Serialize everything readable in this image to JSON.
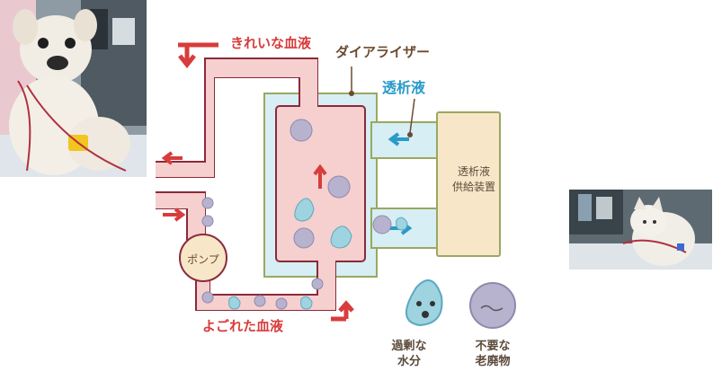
{
  "labels": {
    "clean_blood": "きれいな血液",
    "dialyzer": "ダイアライザー",
    "dialysate": "透析液",
    "supply_line1": "透析液",
    "supply_line2": "供給装置",
    "pump": "ポンプ",
    "dirty_blood": "よごれた血液",
    "legend_water_line1": "過剰な",
    "legend_water_line2": "水分",
    "legend_waste_line1": "不要な",
    "legend_waste_line2": "老廃物"
  },
  "colors": {
    "blood_red": "#d83c3c",
    "tube_pink": "#f6cfcf",
    "tube_outline": "#8a2a3a",
    "dialysate_blue": "#d6eef4",
    "dialyzer_outline": "#9aa860",
    "water_blue": "#9fd3e0",
    "waste_purple": "#b7b3cf",
    "supply_fill": "#f7e7c8"
  },
  "photos": {
    "left": "dog-on-dialysis-photo",
    "right": "cat-on-dialysis-photo"
  }
}
